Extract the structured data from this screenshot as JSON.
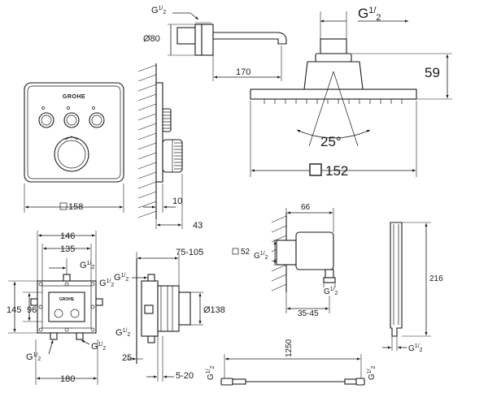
{
  "thermostat_panel": {
    "brand": "GROHE",
    "width_label": "158",
    "depth_label": "10",
    "wall_label": "43"
  },
  "tub_spout": {
    "thread_label": "G",
    "thread_sup": "1",
    "thread_sub": "2",
    "diameter_label": "Ø80",
    "projection_label": "170"
  },
  "head_shower": {
    "thread_label": "G",
    "thread_sup": "1",
    "thread_sub": "2",
    "height_label": "59",
    "spray_angle_label": "25°",
    "size_label": "152"
  },
  "rough_in_front": {
    "w146": "146",
    "w135": "135",
    "h145": "145",
    "h96": "96",
    "w180": "180",
    "thread_label": "G",
    "thread_sup": "1",
    "thread_sub": "2"
  },
  "rough_in_side": {
    "depth_range": "75-105",
    "diameter_label": "Ø138",
    "offset_25": "25",
    "range_5_20": "5-20",
    "thread_label": "G",
    "thread_sup": "1",
    "thread_sub": "2"
  },
  "wall_outlet": {
    "width_label": "66",
    "square_label": "52",
    "projection_label": "35-45",
    "thread_label": "G",
    "thread_sup": "1",
    "thread_sub": "2"
  },
  "hand_shower": {
    "length_label": "216",
    "thread_label": "G",
    "thread_sup": "1",
    "thread_sub": "2"
  },
  "hose": {
    "length_label": "1250",
    "thread_label": "G",
    "thread_sup": "1",
    "thread_sub": "2"
  }
}
